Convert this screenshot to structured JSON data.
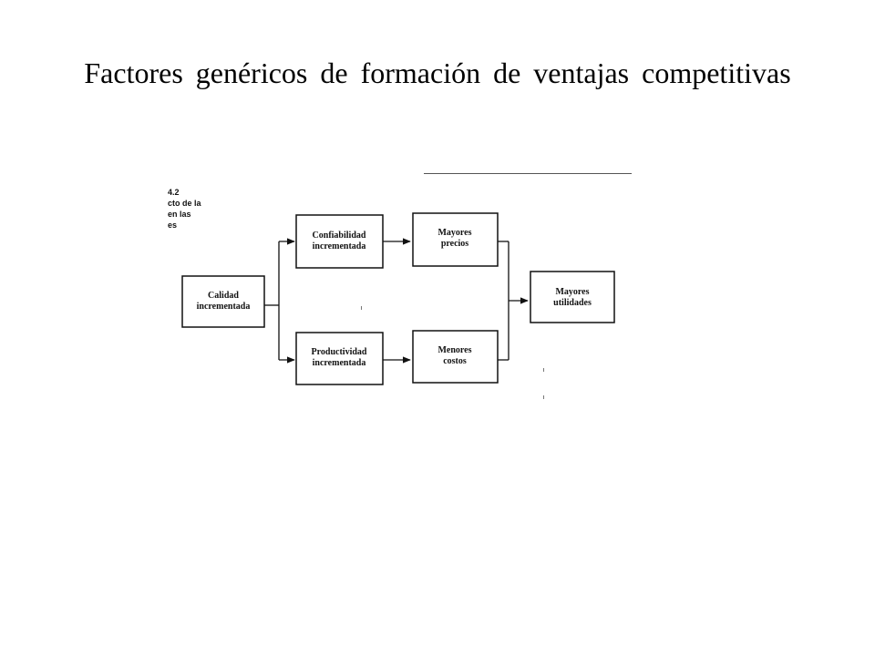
{
  "title": "Factores genéricos de formación de ventajas competitivas",
  "caption_fragments": [
    "4.2",
    "cto de la",
    "en las",
    "es"
  ],
  "colors": {
    "ink": "#111111",
    "background": "#ffffff"
  },
  "nodes": {
    "calidad": {
      "line1": "Calidad",
      "line2": "incrementada"
    },
    "confiabilidad": {
      "line1": "Confiabilidad",
      "line2": "incrementada"
    },
    "productividad": {
      "line1": "Productividad",
      "line2": "incrementada"
    },
    "precios": {
      "line1": "Mayores",
      "line2": "precios"
    },
    "costos": {
      "line1": "Menores",
      "line2": "costos"
    },
    "utilidades": {
      "line1": "Mayores",
      "line2": "utilidades"
    }
  },
  "edges": [
    {
      "from": "calidad",
      "to": "confiabilidad"
    },
    {
      "from": "calidad",
      "to": "productividad"
    },
    {
      "from": "confiabilidad",
      "to": "precios"
    },
    {
      "from": "productividad",
      "to": "costos"
    },
    {
      "from": "precios",
      "to": "utilidades"
    },
    {
      "from": "costos",
      "to": "utilidades"
    }
  ]
}
